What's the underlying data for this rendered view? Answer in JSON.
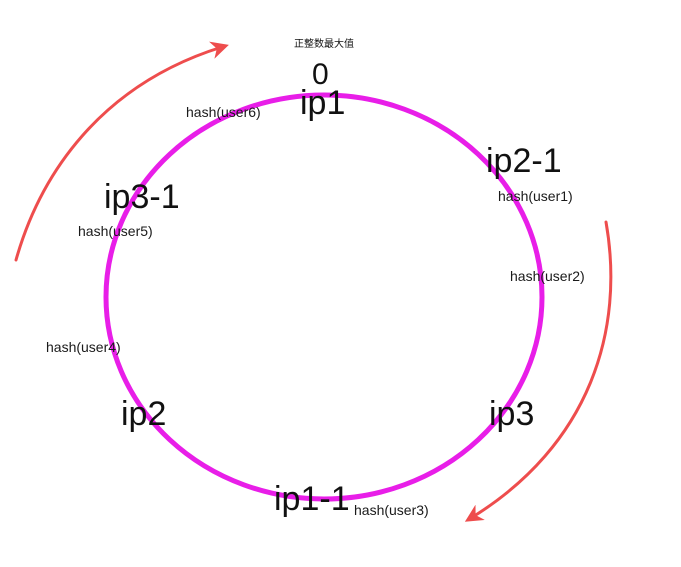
{
  "top_note": "正整数最大值",
  "zero_label": "0",
  "nodes": {
    "ip1": "ip1",
    "ip2_1": "ip2-1",
    "ip3_1": "ip3-1",
    "ip2": "ip2",
    "ip3": "ip3",
    "ip1_1": "ip1-1"
  },
  "keys": {
    "user1": "hash(user1)",
    "user2": "hash(user2)",
    "user3": "hash(user3)",
    "user4": "hash(user4)",
    "user5": "hash(user5)",
    "user6": "hash(user6)"
  },
  "colors": {
    "ring": "#e81ee8",
    "arrow": "#ee4d4d"
  }
}
